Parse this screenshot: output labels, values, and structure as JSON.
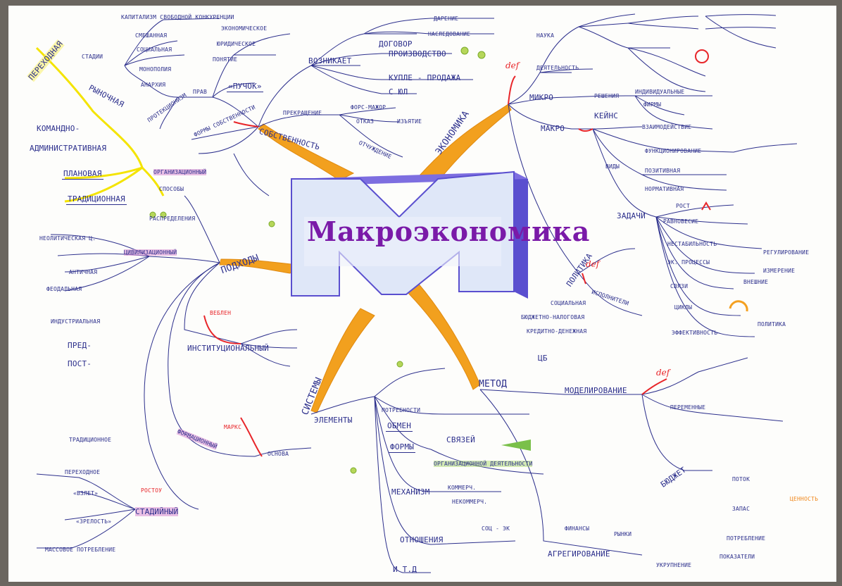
{
  "center": {
    "title": "Макроэкономика"
  },
  "colors": {
    "ink": "#2c2f8c",
    "accent": "#e8262a",
    "branch": "#f2a01e",
    "block_face": "#dfe7f8",
    "block_side": "#5a4fcf",
    "market": "#f4e400"
  },
  "nodes": [
    {
      "id": "market_economy",
      "text": "РЫНОЧНАЯ"
    },
    {
      "id": "transitional",
      "text": "ПЕРЕХОДНАЯ"
    },
    {
      "id": "stages",
      "text": "СТАДИИ"
    },
    {
      "id": "stage_capital",
      "text": "КАПИТАЛИЗМ СВОБОДНОЙ КОНКУРЕНЦИИ"
    },
    {
      "id": "stage_mixed",
      "text": "СМЕШАННАЯ"
    },
    {
      "id": "stage_social",
      "text": "СОЦИАЛЬНАЯ"
    },
    {
      "id": "monopoly",
      "text": "МОНОПОЛИЯ"
    },
    {
      "id": "anarchy",
      "text": "АНАРХИЯ"
    },
    {
      "id": "protectionism",
      "text": "ПРОТЕКЦИОНИЗМ"
    },
    {
      "id": "command",
      "text": "КОМАНДНО-"
    },
    {
      "id": "administrative",
      "text": "АДМИНИСТРАТИВНАЯ"
    },
    {
      "id": "planned",
      "text": "ПЛАНОВАЯ"
    },
    {
      "id": "traditional",
      "text": "ТРАДИЦИОННАЯ"
    },
    {
      "id": "organizational",
      "text": "ОРГАНИЗАЦИОННЫЙ"
    },
    {
      "id": "sposoby",
      "text": "СПОСОБЫ"
    },
    {
      "id": "distribution",
      "text": "РАСПРЕДЕЛЕНИЯ"
    },
    {
      "id": "economic",
      "text": "ЭКОНОМИЧЕСКОЕ"
    },
    {
      "id": "legal",
      "text": "ЮРИДИЧЕСКОЕ"
    },
    {
      "id": "concept",
      "text": "ПОНЯТИЕ"
    },
    {
      "id": "bundle",
      "text": "«ПУЧОК»"
    },
    {
      "id": "rights",
      "text": "ПРАВ"
    },
    {
      "id": "forms_prop",
      "text": "ФОРМЫ СОБСТВЕННОСТИ"
    },
    {
      "id": "property",
      "text": "СОБСТВЕННОСТЬ"
    },
    {
      "id": "arises",
      "text": "ВОЗНИКАЕТ"
    },
    {
      "id": "contract",
      "text": "ДОГОВОР"
    },
    {
      "id": "gift",
      "text": "ДАРЕНИЕ"
    },
    {
      "id": "inheritance",
      "text": "НАСЛЕДОВАНИЕ"
    },
    {
      "id": "production",
      "text": "ПРОИЗВОДСТВО"
    },
    {
      "id": "purchase",
      "text": "КУПЛЕ - ПРОДАЖА"
    },
    {
      "id": "with_yul",
      "text": "С ЮЛ"
    },
    {
      "id": "terminates",
      "text": "ПРЕКРАЩЕНИЕ"
    },
    {
      "id": "force_major",
      "text": "ФОРС-МАЖОР"
    },
    {
      "id": "refusal",
      "text": "ОТКАЗ"
    },
    {
      "id": "alienation",
      "text": "ОТЧУЖДЕНИЕ"
    },
    {
      "id": "confiscation",
      "text": "ИЗЪЯТИЕ"
    },
    {
      "id": "economy_branch",
      "text": "ЭКОНОМИКА"
    },
    {
      "id": "science",
      "text": "НАУКА"
    },
    {
      "id": "activity",
      "text": "ДЕЯТЕЛЬНОСТЬ"
    },
    {
      "id": "micro",
      "text": "МИКРО"
    },
    {
      "id": "macro",
      "text": "МАКРО"
    },
    {
      "id": "keynes",
      "text": "КЕЙНС"
    },
    {
      "id": "decisions",
      "text": "РЕШЕНИЯ"
    },
    {
      "id": "individual",
      "text": "ИНДИВИДУАЛЬНЫЕ"
    },
    {
      "id": "firms",
      "text": "ФИРМЫ"
    },
    {
      "id": "interaction",
      "text": "ВЗАИМОДЕЙСТВИЕ"
    },
    {
      "id": "functioning",
      "text": "ФУНКЦИОНИРОВАНИЕ"
    },
    {
      "id": "types",
      "text": "ВИДЫ"
    },
    {
      "id": "positive",
      "text": "ПОЗИТИВНАЯ"
    },
    {
      "id": "normative",
      "text": "НОРМАТИВНАЯ"
    },
    {
      "id": "tasks",
      "text": "ЗАДАЧИ"
    },
    {
      "id": "growth",
      "text": "РОСТ"
    },
    {
      "id": "equilibrium",
      "text": "РАВНОВЕСИЕ"
    },
    {
      "id": "instability",
      "text": "НЕСТАБИЛЬНОСТЬ"
    },
    {
      "id": "econ_processes",
      "text": "ЭК. ПРОЦЕССЫ"
    },
    {
      "id": "regulation",
      "text": "РЕГУЛИРОВАНИЕ"
    },
    {
      "id": "measurement",
      "text": "ИЗМЕРЕНИЕ"
    },
    {
      "id": "links",
      "text": "СВЯЗИ"
    },
    {
      "id": "external",
      "text": "ВНЕШНИЕ"
    },
    {
      "id": "cycles",
      "text": "ЦИКЛЫ"
    },
    {
      "id": "effectiveness",
      "text": "ЭФФЕКТИВНОСТЬ"
    },
    {
      "id": "politics",
      "text": "ПОЛИТИКА"
    },
    {
      "id": "policy",
      "text": "ПОЛИТИКА"
    },
    {
      "id": "executor",
      "text": "ИСПОЛНИТЕЛИ"
    },
    {
      "id": "social",
      "text": "СОЦИАЛЬНАЯ"
    },
    {
      "id": "budget_tax",
      "text": "БЮДЖЕТНО-НАЛОГОВАЯ"
    },
    {
      "id": "credit_money",
      "text": "КРЕДИТНО-ДЕНЕЖНАЯ"
    },
    {
      "id": "cb",
      "text": "ЦБ"
    },
    {
      "id": "approaches",
      "text": "ПОДХОДЫ"
    },
    {
      "id": "civilizational",
      "text": "ЦИВИЛИЗАЦИОННЫЙ"
    },
    {
      "id": "neolithic",
      "text": "НЕОЛИТИЧЕСКАЯ Ц."
    },
    {
      "id": "antique",
      "text": "АНТИЧНАЯ"
    },
    {
      "id": "feudal",
      "text": "ФЕОДАЛЬНАЯ"
    },
    {
      "id": "industrial",
      "text": "ИНДУСТРИАЛЬНАЯ"
    },
    {
      "id": "pre",
      "text": "ПРЕД-"
    },
    {
      "id": "post",
      "text": "ПОСТ-"
    },
    {
      "id": "formational",
      "text": "ФОРМАЦИОННЫЙ"
    },
    {
      "id": "marx",
      "text": "МАРКС"
    },
    {
      "id": "basis",
      "text": "ОСНОВА"
    },
    {
      "id": "stadial",
      "text": "СТАДИЙНЫЙ"
    },
    {
      "id": "rostou",
      "text": "РОСТОУ"
    },
    {
      "id": "traditional2",
      "text": "ТРАДИЦИОННОЕ"
    },
    {
      "id": "transitional2",
      "text": "ПЕРЕХОДНОЕ"
    },
    {
      "id": "takeoff",
      "text": "«ВЗЛЕТ»"
    },
    {
      "id": "maturity",
      "text": "«ЗРЕЛОСТЬ»"
    },
    {
      "id": "mass_consumption",
      "text": "МАССОВОЕ ПОТРЕБЛЕНИЕ"
    },
    {
      "id": "institutional",
      "text": "ИНСТИТУЦИОНАЛЬНЫЙ"
    },
    {
      "id": "veblen",
      "text": "ВЕБЛЕН"
    },
    {
      "id": "systems",
      "text": "СИСТЕМЫ"
    },
    {
      "id": "elements",
      "text": "ЭЛЕМЕНТЫ"
    },
    {
      "id": "potrebnosti",
      "text": "ПОТРЕБНОСТИ"
    },
    {
      "id": "exchange",
      "text": "ОБМЕН"
    },
    {
      "id": "forms",
      "text": "ФОРМЫ"
    },
    {
      "id": "links2",
      "text": "СВЯЗЕЙ"
    },
    {
      "id": "org_activity",
      "text": "ОРГАНИЗАЦИОННОЙ ДЕЯТЕЛЬНОСТИ"
    },
    {
      "id": "mechanism",
      "text": "МЕХАНИЗМ"
    },
    {
      "id": "commercial",
      "text": "КОММЕРЧ."
    },
    {
      "id": "noncommercial",
      "text": "НЕКОММЕРЧ."
    },
    {
      "id": "relations",
      "text": "ОТНОШЕНИЯ"
    },
    {
      "id": "soc_ec",
      "text": "СОЦ - ЭК"
    },
    {
      "id": "etc",
      "text": "И Т.Д"
    },
    {
      "id": "method",
      "text": "МЕТОД"
    },
    {
      "id": "modelling",
      "text": "МОДЕЛИРОВАНИЕ"
    },
    {
      "id": "variables",
      "text": "ПЕРЕМЕННЫЕ"
    },
    {
      "id": "budget",
      "text": "БЮДЖЕТ"
    },
    {
      "id": "flow",
      "text": "ПОТОК"
    },
    {
      "id": "stock",
      "text": "ЗАПАС"
    },
    {
      "id": "aggregation",
      "text": "АГРЕГИРОВАНИЕ"
    },
    {
      "id": "consumption",
      "text": "ПОТРЕБЛЕНИЕ"
    },
    {
      "id": "enlargement",
      "text": "УКРУПНЕНИЕ"
    },
    {
      "id": "indicators",
      "text": "ПОКАЗАТЕЛИ"
    },
    {
      "id": "markets",
      "text": "РЫНКИ"
    },
    {
      "id": "finances",
      "text": "ФИНАНСЫ"
    },
    {
      "id": "value",
      "text": "ЦЕННОСТЬ"
    }
  ]
}
